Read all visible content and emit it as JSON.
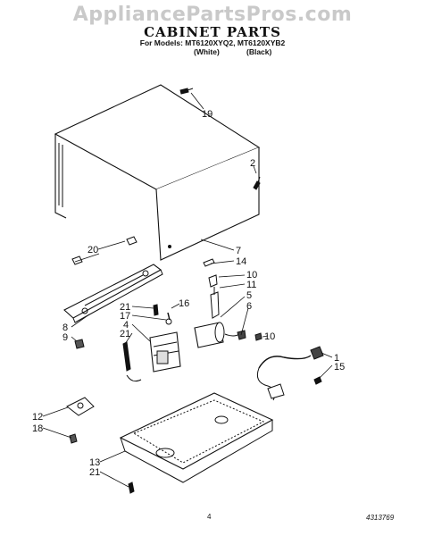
{
  "watermark": "AppliancePartsPros.com",
  "title": "CABINET PARTS",
  "models_line": "For Models: MT6120XYQ2, MT6120XYB2",
  "color_white": "(White)",
  "color_black": "(Black)",
  "page_number": "4",
  "part_number": "4313769",
  "callouts": [
    "19",
    "2",
    "20",
    "7",
    "14",
    "10",
    "11",
    "5",
    "6",
    "16",
    "21",
    "17",
    "4",
    "21",
    "8",
    "9",
    "10",
    "1",
    "15",
    "12",
    "18",
    "13",
    "21"
  ],
  "colors": {
    "ink": "#111111",
    "watermark": "#c9c9c9"
  }
}
